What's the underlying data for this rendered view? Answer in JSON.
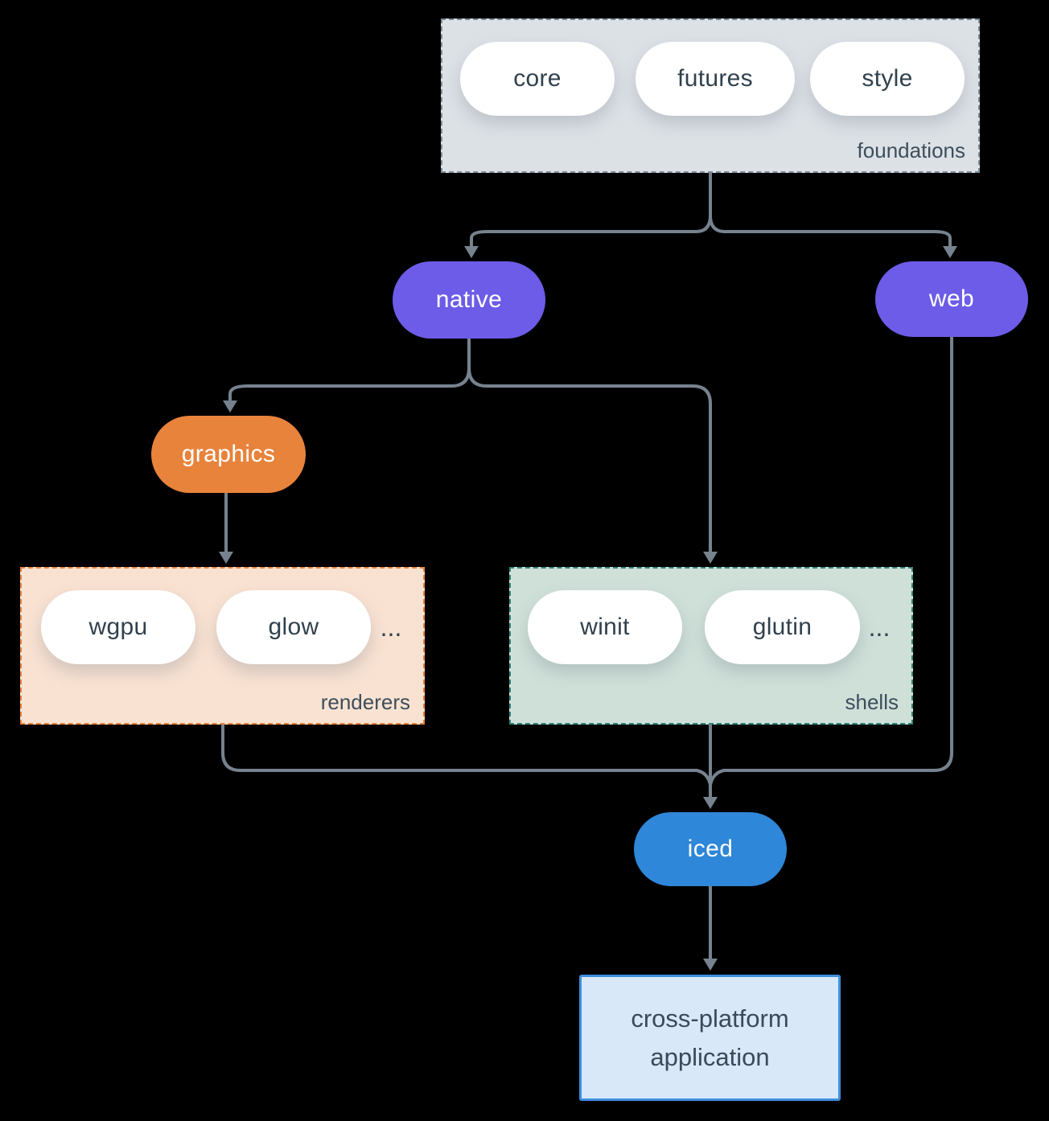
{
  "diagram": {
    "foundations": {
      "label": "foundations",
      "pills": [
        "core",
        "futures",
        "style"
      ]
    },
    "native": {
      "label": "native"
    },
    "web": {
      "label": "web"
    },
    "graphics": {
      "label": "graphics"
    },
    "renderers": {
      "label": "renderers",
      "pills": [
        "wgpu",
        "glow"
      ],
      "ellipsis": "..."
    },
    "shells": {
      "label": "shells",
      "pills": [
        "winit",
        "glutin"
      ],
      "ellipsis": "..."
    },
    "iced": {
      "label": "iced"
    },
    "application": {
      "line1": "cross-platform",
      "line2": "application"
    }
  },
  "edges": [
    {
      "from": "foundations",
      "to": "native"
    },
    {
      "from": "foundations",
      "to": "web"
    },
    {
      "from": "native",
      "to": "graphics"
    },
    {
      "from": "native",
      "to": "shells"
    },
    {
      "from": "graphics",
      "to": "renderers"
    },
    {
      "from": "renderers",
      "to": "iced"
    },
    {
      "from": "shells",
      "to": "iced"
    },
    {
      "from": "web",
      "to": "iced"
    },
    {
      "from": "iced",
      "to": "application"
    }
  ],
  "colors": {
    "background": "#000000",
    "connector": "#76828e",
    "node_purple": "#6c5ce7",
    "node_orange": "#e8833c",
    "node_blue": "#2e87d8",
    "foundations_fill": "#dce1e6",
    "foundations_border": "#7b8a96",
    "renderers_fill": "#f9e2d2",
    "renderers_border": "#e8823a",
    "shells_fill": "#cfe0d9",
    "shells_border": "#2f8577",
    "application_fill": "#d9e8f8",
    "application_border": "#3e8ede",
    "text_dark": "#31414d",
    "text_light": "#ffffff"
  }
}
